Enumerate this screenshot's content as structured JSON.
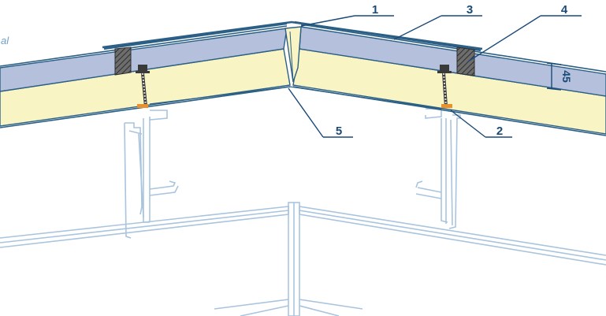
{
  "side_label": "al",
  "dimension": "45",
  "callouts": [
    "1",
    "2",
    "3",
    "4",
    "5"
  ],
  "colors": {
    "foam": "#f8f4c4",
    "sheet": "#b4c0dc",
    "steel": "#2b5f85",
    "frame": "#a9c4de",
    "accent": "#1a4a78",
    "washer": "#e8922e"
  }
}
